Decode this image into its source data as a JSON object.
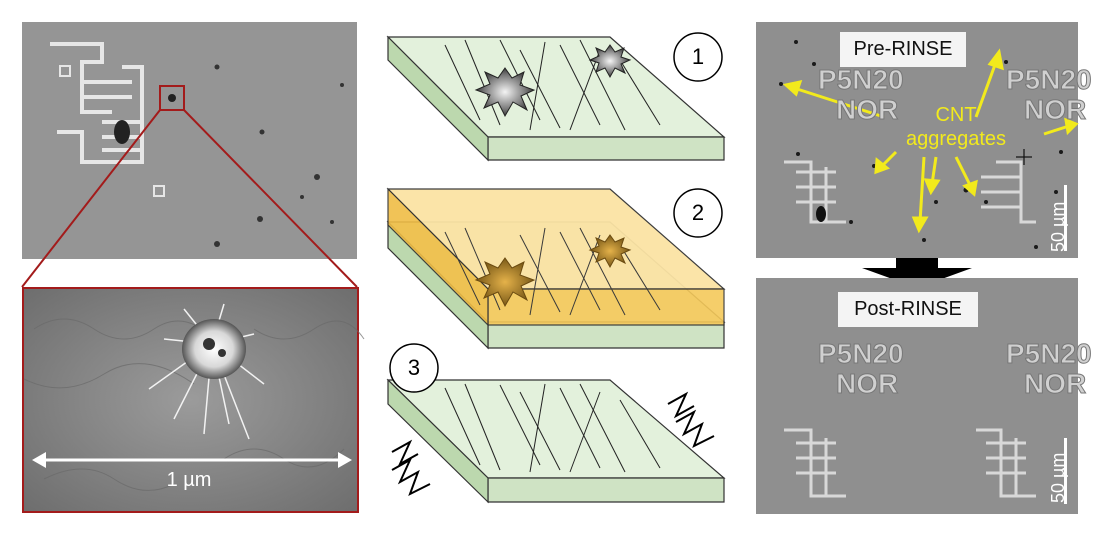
{
  "steps": [
    "1",
    "2",
    "3"
  ],
  "sem": {
    "scale": "1 µm"
  },
  "pre": {
    "title": "Pre-RINSE",
    "chip1_line1": "P5N20",
    "chip1_line2": "NOR",
    "chip2_line1": "P5N20",
    "chip2_line2": "NOR",
    "callout_line1": "CNT",
    "callout_line2": "aggregates",
    "scale": "50 µm"
  },
  "post": {
    "title": "Post-RINSE",
    "chip1_line1": "P5N20",
    "chip1_line2": "NOR",
    "chip2_line1": "P5N20",
    "chip2_line2": "NOR",
    "scale": "50 µm"
  },
  "colors": {
    "substrate_top": "#e3f1dc",
    "substrate_side": "#cfe3c4",
    "resist": "#f5c95a",
    "frame_red": "#a31b1b",
    "callout_yellow": "#f2ea1c",
    "microscope_bg": "#9a9a9a"
  }
}
